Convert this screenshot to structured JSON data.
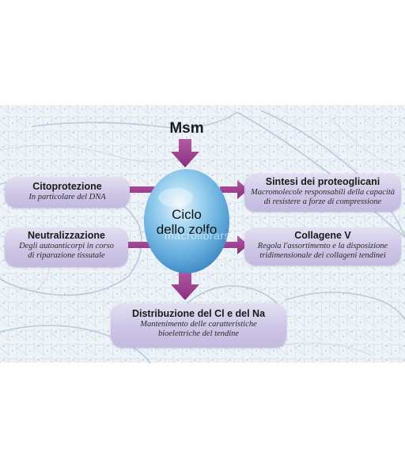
{
  "diagram": {
    "top_input": "Msm",
    "center": {
      "line1": "Ciclo",
      "line2": "dello zolfo"
    },
    "boxes": {
      "citoprotezione": {
        "title": "Citoprotezione",
        "lines": [
          "In particolare del DNA"
        ]
      },
      "neutralizzazione": {
        "title": "Neutralizzazione",
        "lines": [
          "Degli autoanticorpi in corso",
          "di riparazione tissutale"
        ]
      },
      "sintesi": {
        "title": "Sintesi dei proteoglicani",
        "lines": [
          "Macromolecole responsabili della capacità",
          "di resistere a forze di compressione"
        ]
      },
      "collagene": {
        "title": "Collagene V",
        "lines": [
          "Regola l'assortimento e la disposizione",
          "tridimensionale dei collageni tendinei"
        ]
      },
      "distribuzione": {
        "title": "Distribuzione del Cl e del Na",
        "lines": [
          "Mantenimento delle caratteristiche",
          "bioelettriche del tendine"
        ]
      }
    },
    "watermark": "macrolibrarsi"
  },
  "colors": {
    "arrow": "#9b3f8e",
    "box": "#cdc6e6",
    "sphere": "#7fc3ea",
    "background_tissue": "#d8e4ef"
  }
}
